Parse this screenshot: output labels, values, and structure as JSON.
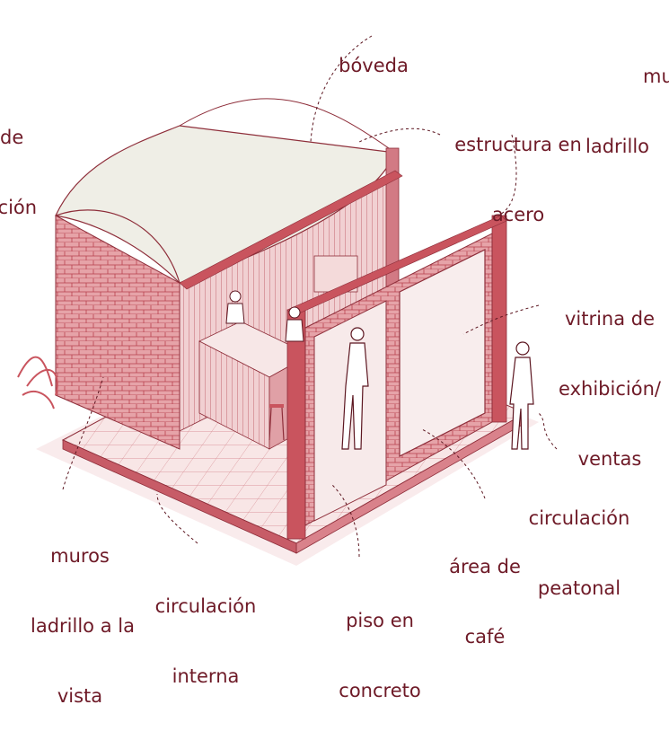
{
  "labels": {
    "boveda": [
      "bóveda"
    ],
    "muros_top": [
      "mu",
      "ladrillo"
    ],
    "muros_left_partial": [
      "de",
      "cción"
    ],
    "estructura": [
      "estructura en",
      "acero"
    ],
    "vitrina": [
      "vitrina de",
      "exhibición/",
      "ventas"
    ],
    "muros_bottom": [
      "muros",
      "ladrillo a la",
      "vista"
    ],
    "circulacion_interna": [
      "circulación",
      "interna"
    ],
    "piso": [
      "piso en",
      "concreto"
    ],
    "area_cafe": [
      "área de",
      "café"
    ],
    "circulacion_peatonal": [
      "circulación",
      "peatonal"
    ]
  },
  "colors": {
    "label_text": "#6e1a27",
    "brick": "#c9545e",
    "brick_light": "#efc9cb",
    "vault": "#efeee6",
    "line": "#8e2e3a"
  }
}
